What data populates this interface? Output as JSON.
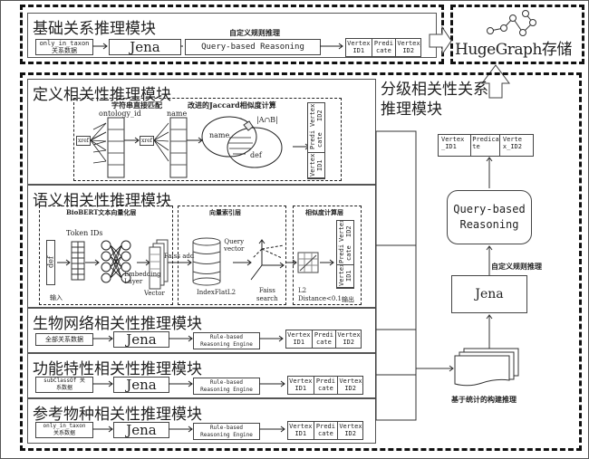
{
  "hugegraph": {
    "label": "HugeGraph存储",
    "icon": "graph-network-icon"
  },
  "basic_module": {
    "title": "基础关系推理模块",
    "input": "only_in_taxon\n关系数据",
    "engine": "Jena",
    "rule_label": "自定义规则推理",
    "reasoner": "Query-based Reasoning",
    "output": [
      "Vertex ID1",
      "Predi cate",
      "Vertex_ ID2"
    ]
  },
  "hierarchical_module": {
    "title": "分级相关性关系推理模块",
    "output": [
      "Vertex _ID1",
      "Predica te",
      "Verte x_ID2"
    ],
    "reasoner": "Query-based Reasoning",
    "rule_label": "自定义规则推理",
    "engine": "Jena",
    "stat_label": "基于统计的构建推理"
  },
  "definition_module": {
    "title": "定义相关性推理模块",
    "string_match_label": "字符串直接匹配",
    "jaccard_label": "改进的Jaccard相似度计算",
    "ontology_id": "ontology_id",
    "name": "name",
    "xref": "xref",
    "venn_a": "name",
    "venn_b": "def",
    "intersection": "|A∩B|",
    "output": [
      "Vertex ID1",
      "Predi cate",
      "Vertex ID2"
    ]
  },
  "semantic_module": {
    "title": "语义相关性推理模块",
    "biobert_layer": "BioBERT文本向量化层",
    "index_layer": "向量索引层",
    "similarity_layer": "相似度计算层",
    "input_label": "输入",
    "def": "def",
    "token_ids": "Token IDs",
    "embedding": "Embedding\nLayer",
    "vector": "Vector",
    "faiss_add": "Faiss add",
    "index": "IndexFlatL2",
    "query_vector": "Query\nvector",
    "faiss_search": "Faiss\nsearch",
    "distance": "L2\nDistance<0.1",
    "output_label": "输出",
    "output": [
      "Vertex ID1",
      "Predi cate",
      "Vertex ID2"
    ]
  },
  "bio_network_module": {
    "title": "生物网络相关性推理模块",
    "input": "全部关系数据",
    "engine": "Jena",
    "reasoner": "Rule-based\nReasoning Engine",
    "output": [
      "Vertex ID1",
      "Predi cate",
      "Vertex_ ID2"
    ]
  },
  "function_module": {
    "title": "功能特性相关性推理模块",
    "input": "subClassOf 关\n系数据",
    "engine": "Jena",
    "reasoner": "Rule-based\nReasoning Engine",
    "output": [
      "Vertex ID1",
      "Predi cate",
      "Vertex_ ID2"
    ]
  },
  "species_module": {
    "title": "参考物种相关性推理模块",
    "input": "only_in_taxon\n关系数据",
    "engine": "Jena",
    "reasoner": "Rule-based\nReasoning Engine",
    "output": [
      "Vertex ID1",
      "Predi cate",
      "Vertex_ ID2"
    ]
  }
}
